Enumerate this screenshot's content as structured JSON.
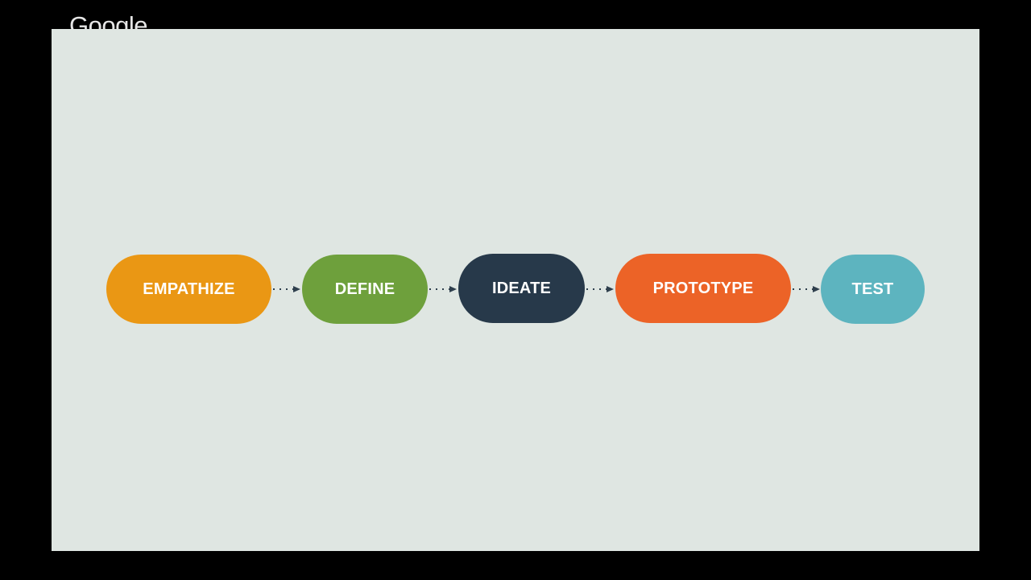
{
  "watermark": {
    "text": "Google"
  },
  "steps": [
    {
      "label": "EMPATHIZE",
      "color": "#ea9714"
    },
    {
      "label": "DEFINE",
      "color": "#6ea03c"
    },
    {
      "label": "IDEATE",
      "color": "#27394a"
    },
    {
      "label": "PROTOTYPE",
      "color": "#ec6327"
    },
    {
      "label": "TEST",
      "color": "#5db4bf"
    }
  ],
  "colors": {
    "slide_background": "#dfe6e2",
    "frame": "#000000",
    "connector": "#2f3f4d"
  }
}
